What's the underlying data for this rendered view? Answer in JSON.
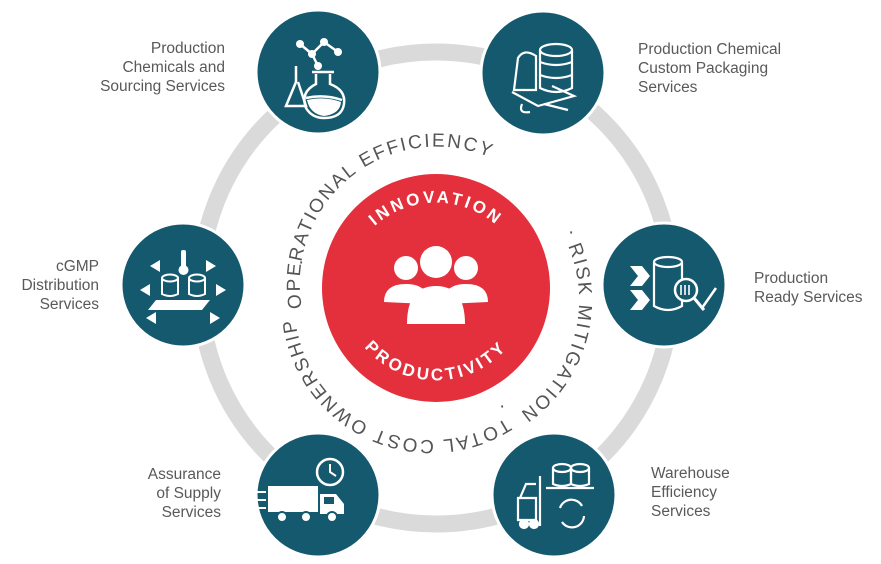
{
  "center": {
    "top_word": "INNOVATION",
    "bottom_word": "PRODUCTIVITY",
    "icon": "people-group-icon",
    "color": "#e3303c"
  },
  "ring_text": {
    "top": "OPERATIONAL EFFICIENCY",
    "right": "RISK MITIGATION",
    "bottom": "TOTAL COST OWNERSHIP",
    "separator": "·"
  },
  "colors": {
    "node": "#15596e",
    "ring": "#dadada",
    "label": "#58595b"
  },
  "services": [
    {
      "id": "chemicals",
      "lines": [
        "Production",
        "Chemicals and",
        "Sourcing Services"
      ],
      "icon": "flask-molecule-icon"
    },
    {
      "id": "packaging",
      "lines": [
        "Production Chemical",
        "Custom Packaging",
        "Services"
      ],
      "icon": "drum-packaging-icon"
    },
    {
      "id": "ready",
      "lines": [
        "Production",
        "Ready Services"
      ],
      "icon": "drum-inspection-icon"
    },
    {
      "id": "warehouse",
      "lines": [
        "Warehouse",
        "Efficiency",
        "Services"
      ],
      "icon": "forklift-icon"
    },
    {
      "id": "supply",
      "lines": [
        "Assurance",
        "of Supply",
        "Services"
      ],
      "icon": "truck-clock-icon"
    },
    {
      "id": "cgmp",
      "lines": [
        "cGMP",
        "Distribution",
        "Services"
      ],
      "icon": "pallet-distribution-icon"
    }
  ]
}
